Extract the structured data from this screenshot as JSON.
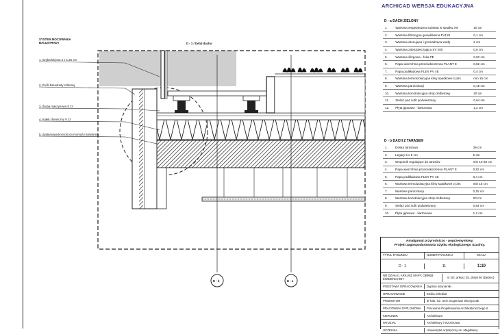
{
  "left_title": [
    "SYSTEM MOCOWANIA",
    "BALUSTRADY"
  ],
  "detail_title": "D - 1 / Detal dachu",
  "callouts": [
    "1. Szyba klejona 2 x 1,25 cm",
    "2. Profil balustrady szklanej",
    "3. Śruba maszynowa 8.12",
    "4. Kołek chemiczny 8.12",
    "5. Systemowa konsola do montażu balustrady"
  ],
  "axis_labels": [
    "D - b",
    "D - a"
  ],
  "banner": "ARCHICAD WERSJA EDUKACYJNA",
  "section_a": {
    "title": "D - a  DACH ZIELONY",
    "rows": [
      [
        "1.",
        "Warstwa wegetatywna substrat w spadku 3%",
        "10 cm"
      ],
      [
        "2.",
        "Warstwa filtracyjna geowłóknina FV125",
        "0,1 cm"
      ],
      [
        "3.",
        "Warstwa drenująca i gromadząca wodę",
        "2 cm"
      ],
      [
        "4.",
        "Warstwa zabezpieczająca SV 200",
        "0,6 cm"
      ],
      [
        "5.",
        "Warstwa ślizgowa - folia PE",
        "0,02 cm"
      ],
      [
        "6.",
        "Papa wierzchnia przeciwkorzenna PLANT E",
        "0,52 cm"
      ],
      [
        "7.",
        "Papa podkładowa FLEX PV 4E",
        "0,4 cm"
      ],
      [
        "8.",
        "Warstwa termoizolacyjna kliny spadkowe z pirs",
        "min 15 cm"
      ],
      [
        "9.",
        "Warstwa paroizolacji",
        "0,15 cm"
      ],
      [
        "10.",
        "Warstwa konstrukcyjna strop żelbetowy",
        "20 cm"
      ],
      [
        "11.",
        "Stelaż pod sufit podwieszany",
        "0,64 cm"
      ],
      [
        "12.",
        "Płyta gipsowo - kartonowa",
        "1,2 cm"
      ]
    ]
  },
  "section_b": {
    "title": "D - b  DACH Z TARASEM",
    "rows": [
      [
        "1.",
        "Deska tarasowa",
        "39 cm"
      ],
      [
        "2.",
        "Legary 5 x 5 cm",
        "5 cm"
      ],
      [
        "3.",
        "Wspornik regulujące do tarasów",
        "min 10-28 cm"
      ],
      [
        "4.",
        "Papa wierzchnia przeciwkorzenna PLANT E",
        "0,52 cm"
      ],
      [
        "5.",
        "Papa podkładowa FLEX PV 4E",
        "0,4 cm"
      ],
      [
        "6.",
        "Warstwa termoizolacyjna kliny spadkowe z pirs",
        "min 15 cm"
      ],
      [
        "7.",
        "Warstwa paroizolacji",
        "0,15 cm"
      ],
      [
        "8.",
        "Warstwa konstrukcyjna strop żelbetowy",
        "20 cm"
      ],
      [
        "9.",
        "Stelaż pod sufit podwieszany",
        "0,64 cm"
      ],
      [
        "10.",
        "Płyta gipsowo - kartonowa",
        "1,2 cm"
      ]
    ]
  },
  "stamp": {
    "project": [
      "Amalgamat przyrodniczo - poprzemysłowy.",
      "Projekt zagospodarowania użytku ekologicznego Szachty."
    ],
    "h_title": "TYTUŁ RYSUNKU",
    "h_number": "NUMER RYSUNKU",
    "h_scale": "SKALA",
    "v_title": "D - 1",
    "v_number": "11",
    "v_scale": "1:10",
    "plot_label": "NR DZIAŁKI, ARKUSZ MAPY, OBRĘB EWIDENCYJNY",
    "plot_value": "nr 2/2, arkusz 25, obręb 60 (Dębiec)",
    "rows": [
      [
        "PODSTAWA OPRACOWANIA",
        "Dyplom inżynierski"
      ],
      [
        "OPRACOWANIE",
        "Emilia Chlebiak"
      ],
      [
        "PROMOTOR",
        "dr hab. inż. arch. Eugeniusz Skrzypczak"
      ],
      [
        "PRACOWNIA DYPLOMOWA",
        "Pracownia Projektowania Architektonicznego II"
      ],
      [
        "KIERUNEK",
        "Architektura"
      ],
      [
        "WYDZIAŁ",
        "Architektury i Wzornictwa"
      ],
      [
        "UCZELNIA",
        "Uniwersytet Artystyczny im. Magdaleny"
      ]
    ]
  }
}
